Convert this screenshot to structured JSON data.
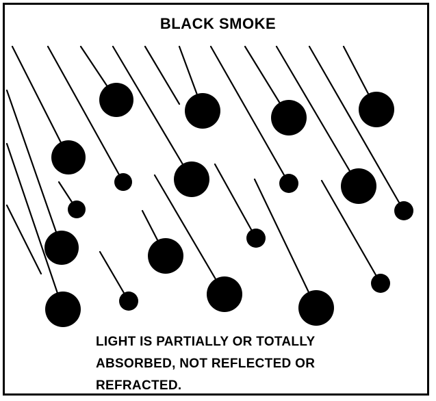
{
  "figure": {
    "title": "BLACK SMOKE",
    "caption_lines": [
      "LIGHT IS PARTIALLY OR TOTALLY",
      "ABSORBED, NOT REFLECTED OR",
      "REFRACTED."
    ],
    "colors": {
      "particle": "#000000",
      "background": "#ffffff",
      "border": "#000000"
    }
  }
}
